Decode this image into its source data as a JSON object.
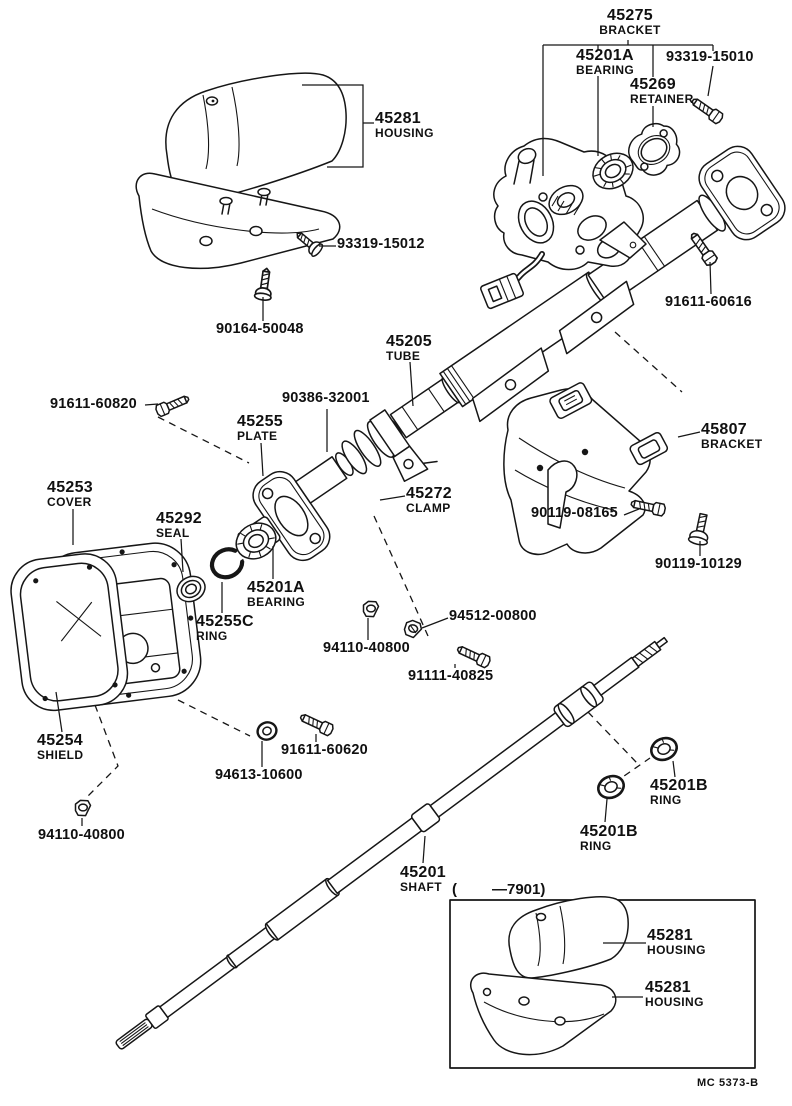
{
  "diagram": {
    "footer_code": "MC 5373-B",
    "inset_open": "(",
    "inset_range": "—7901)"
  },
  "labels": {
    "b45275": {
      "part": "45275",
      "caption": "BRACKET"
    },
    "b45201a_top": {
      "part": "45201A",
      "caption": "BEARING"
    },
    "p93319_15010": {
      "part": "93319-15010"
    },
    "r45269": {
      "part": "45269",
      "caption": "RETAINER"
    },
    "h45281_top": {
      "part": "45281",
      "caption": "HOUSING"
    },
    "p93319_15012": {
      "part": "93319-15012"
    },
    "p90164_50048": {
      "part": "90164-50048"
    },
    "p91611_60616": {
      "part": "91611-60616"
    },
    "t45205": {
      "part": "45205",
      "caption": "TUBE"
    },
    "p91611_60820": {
      "part": "91611-60820"
    },
    "p90386_32001": {
      "part": "90386-32001"
    },
    "pl45255": {
      "part": "45255",
      "caption": "PLATE"
    },
    "b45807": {
      "part": "45807",
      "caption": "BRACKET"
    },
    "c45253": {
      "part": "45253",
      "caption": "COVER"
    },
    "s45292": {
      "part": "45292",
      "caption": "SEAL"
    },
    "cl45272": {
      "part": "45272",
      "caption": "CLAMP"
    },
    "p90119_08165": {
      "part": "90119-08165"
    },
    "p90119_10129": {
      "part": "90119-10129"
    },
    "b45201a_mid": {
      "part": "45201A",
      "caption": "BEARING"
    },
    "r45255c": {
      "part": "45255C",
      "caption": "RING"
    },
    "p94512_00800": {
      "part": "94512-00800"
    },
    "p94110_40800_mid": {
      "part": "94110-40800"
    },
    "p91111_40825": {
      "part": "91111-40825"
    },
    "s45254": {
      "part": "45254",
      "caption": "SHIELD"
    },
    "p91611_60620": {
      "part": "91611-60620"
    },
    "p94613_10600": {
      "part": "94613-10600"
    },
    "r45201b_right": {
      "part": "45201B",
      "caption": "RING"
    },
    "r45201b_left": {
      "part": "45201B",
      "caption": "RING"
    },
    "p94110_40800_bot": {
      "part": "94110-40800"
    },
    "sh45201": {
      "part": "45201",
      "caption": "SHAFT"
    },
    "h45281_inset_top": {
      "part": "45281",
      "caption": "HOUSING"
    },
    "h45281_inset_bot": {
      "part": "45281",
      "caption": "HOUSING"
    }
  }
}
